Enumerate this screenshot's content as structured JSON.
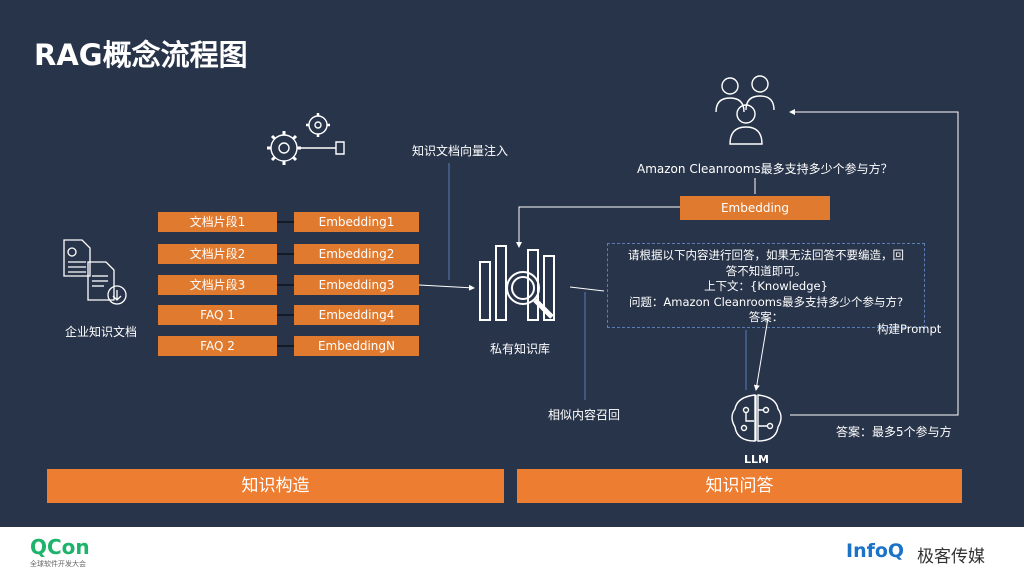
{
  "title": "RAG概念流程图",
  "left_source": {
    "label": "企业知识文档"
  },
  "chunks": [
    "文档片段1",
    "文档片段2",
    "文档片段3",
    "FAQ 1",
    "FAQ 2"
  ],
  "embeddings": [
    "Embedding1",
    "Embedding2",
    "Embedding3",
    "Embedding4",
    "EmbeddingN"
  ],
  "inject_label": "知识文档向量注入",
  "kb_label": "私有知识库",
  "recall_label": "相似内容召回",
  "question": "Amazon Cleanrooms最多支持多少个参与方？",
  "query_embedding": "Embedding",
  "prompt": {
    "line1": "请根据以下内容进行回答，如果无法回答不要编造，回",
    "line2": "答不知道即可。",
    "line3": "上下文：{Knowledge}",
    "line4": "问题：Amazon Cleanrooms最多支持多少个参与方?",
    "line5": "答案：",
    "tag": "构建Prompt"
  },
  "llm_label": "LLM",
  "answer_label": "答案：最多5个参与方",
  "banners": {
    "left": "知识构造",
    "right": "知识问答"
  },
  "footer": {
    "qcon": "QCon",
    "qcon_sub": "全球软件开发大会",
    "infoq": "InfoQ",
    "infoq_cn": "极客传媒"
  },
  "colors": {
    "background": "#28344a",
    "accent": "#e07a2f",
    "banner": "#ec7d31",
    "prompt_border": "#5a7db5"
  }
}
